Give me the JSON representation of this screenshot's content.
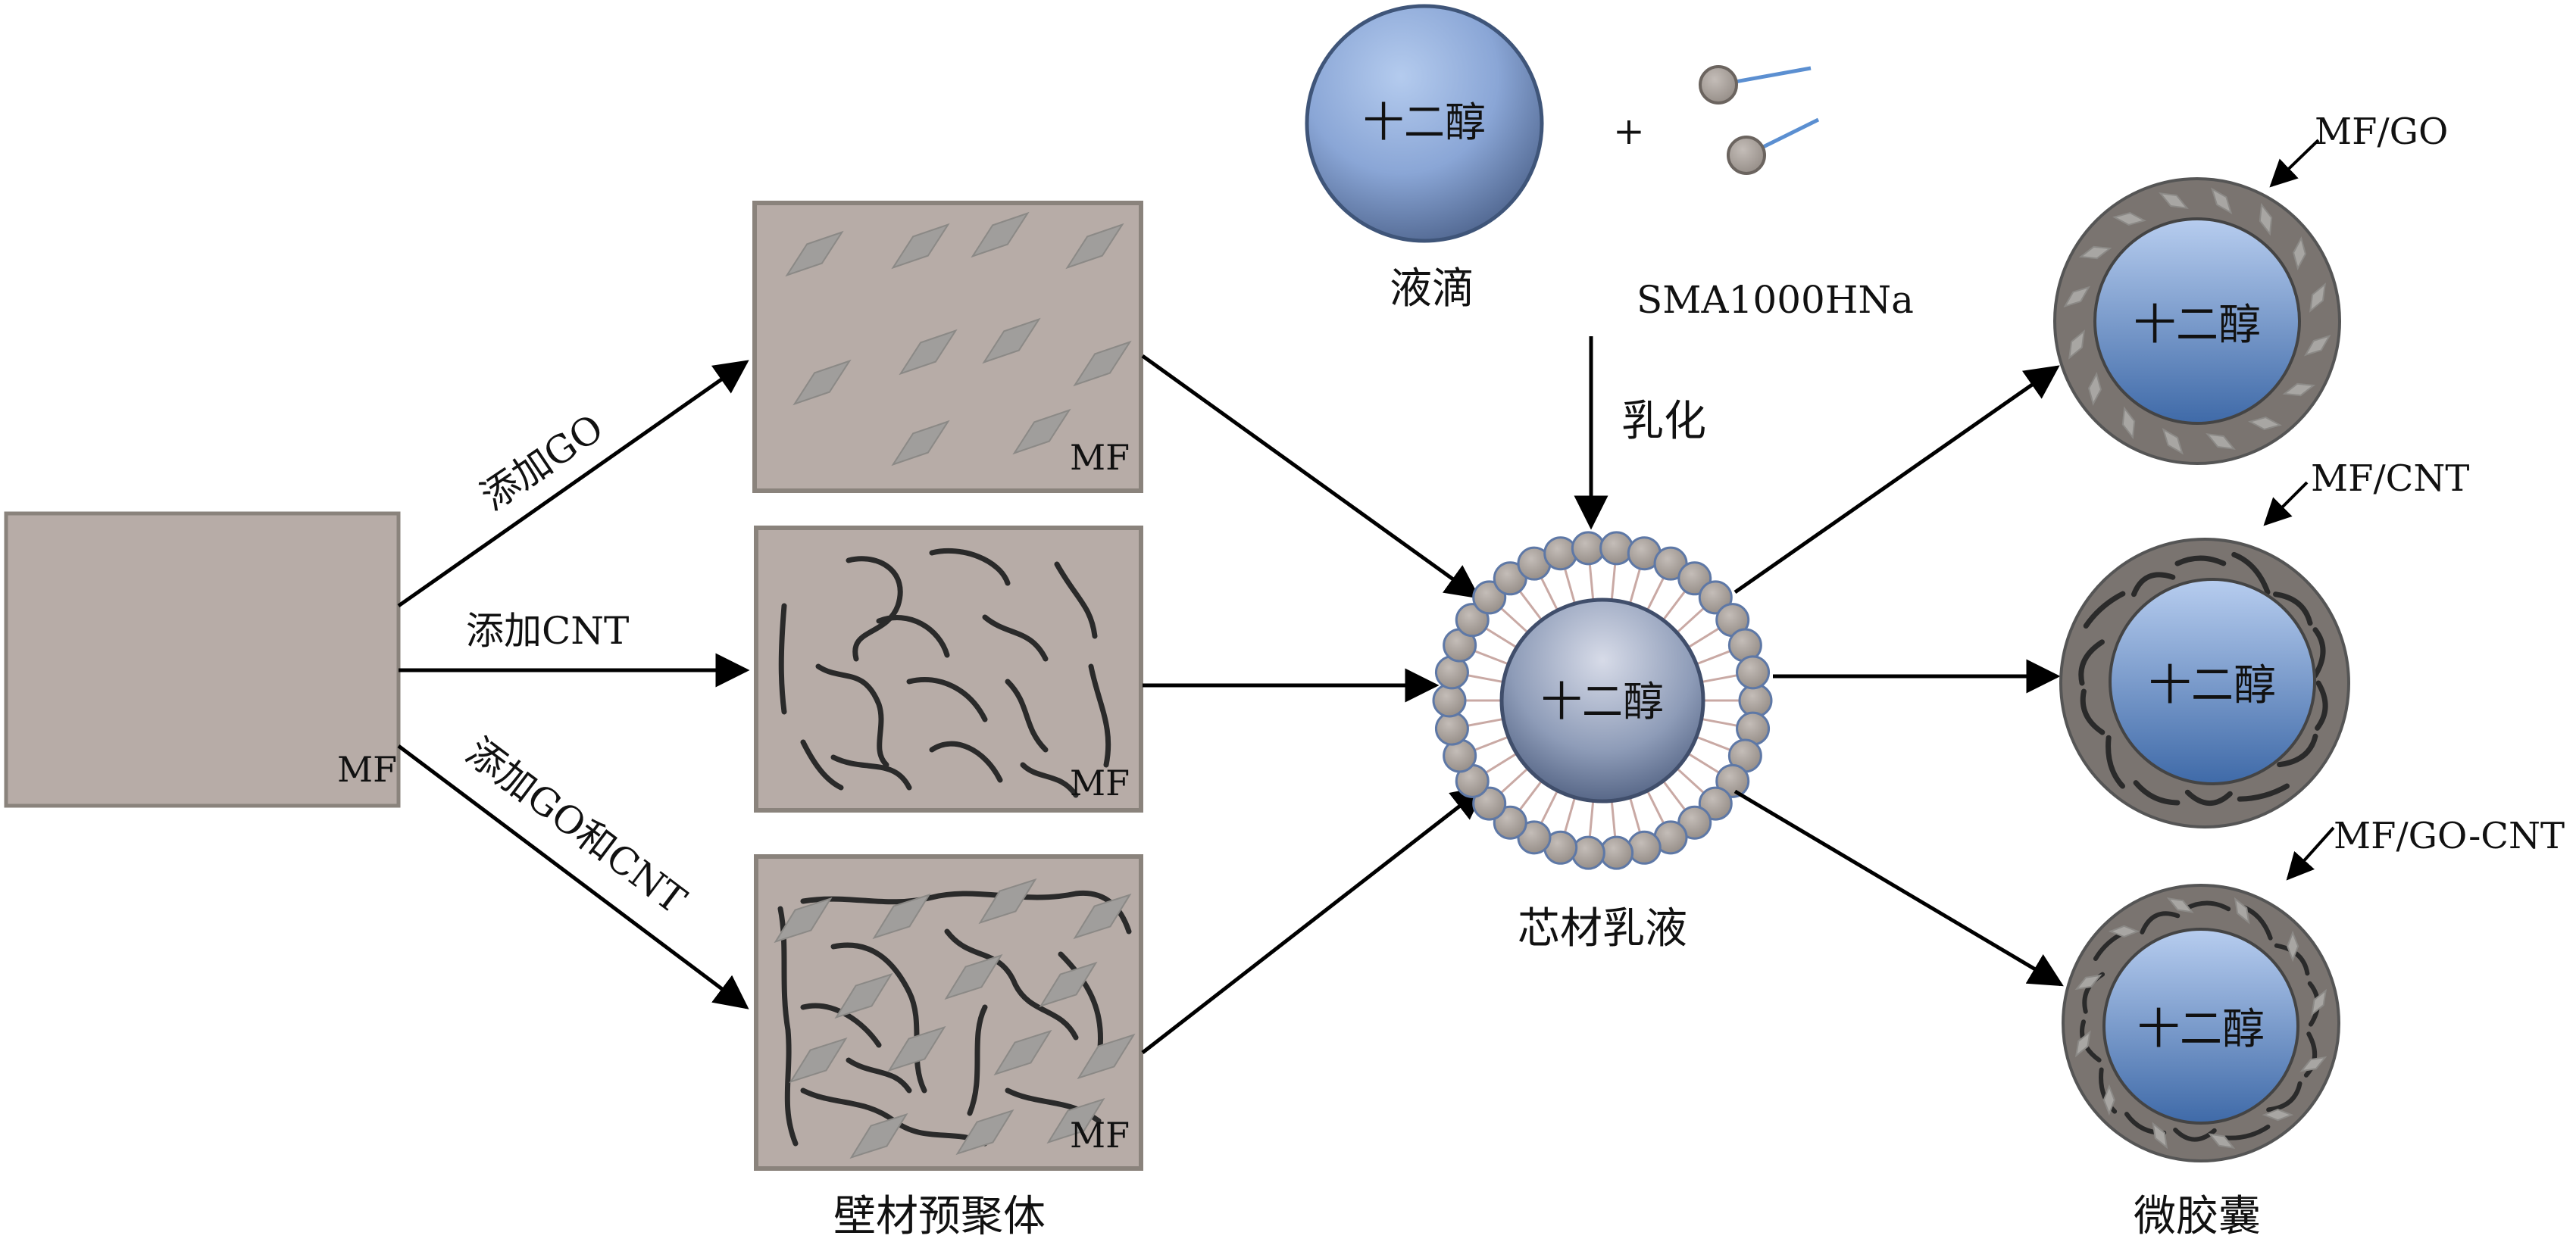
{
  "colors": {
    "box_fill": "#b7aca7",
    "box_stroke": "#888078",
    "flake": "#a09e9c",
    "fiber": "#2a2a2a",
    "droplet_light": "#a9c2e8",
    "droplet_dark": "#5b739c",
    "bead": "#aaa39e",
    "shell": "#7a7470",
    "arrow": "#000000",
    "surfactant_tail": "#5b8fd1"
  },
  "labels": {
    "mf_base": "MF",
    "mf_go": "MF",
    "mf_cnt": "MF",
    "mf_gocnt": "MF",
    "add_go": "添加GO",
    "add_cnt": "添加CNT",
    "add_go_cnt": "添加GO和CNT",
    "prepolymer": "壁材预聚体",
    "droplet_core": "十二醇",
    "droplet": "液滴",
    "plus": "+",
    "surfactant": "SMA1000HNa",
    "emulsify": "乳化",
    "emulsion_core": "十二醇",
    "emulsion": "芯材乳液",
    "cap_go": "MF/GO",
    "cap_cnt": "MF/CNT",
    "cap_gocnt": "MF/GO-CNT",
    "cap_core_1": "十二醇",
    "cap_core_2": "十二醇",
    "cap_core_3": "十二醇",
    "microcapsule": "微胶囊"
  }
}
